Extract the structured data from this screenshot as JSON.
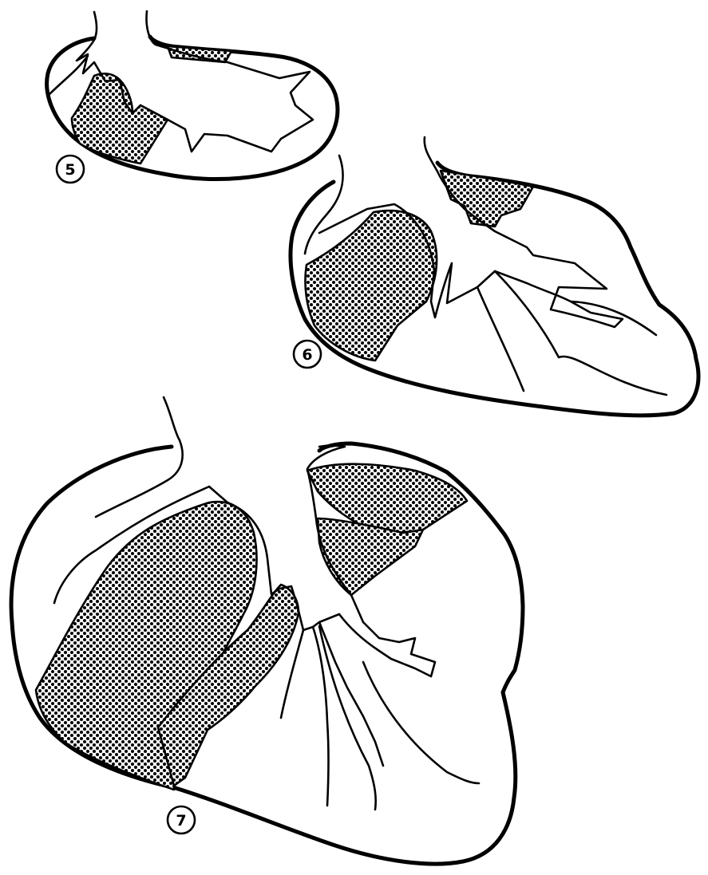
{
  "figures": [
    {
      "label": "5"
    },
    {
      "label": "6"
    },
    {
      "label": "7"
    }
  ],
  "colors": {
    "ink": "#000000",
    "paper": "#ffffff"
  }
}
